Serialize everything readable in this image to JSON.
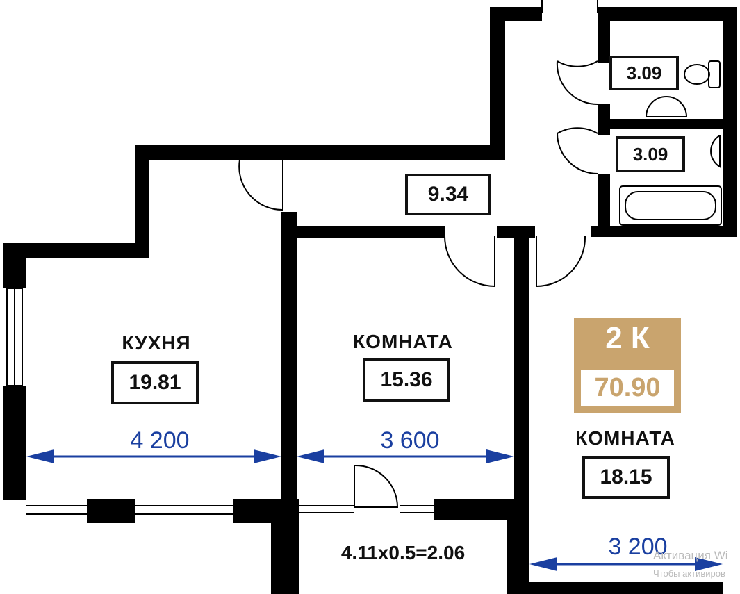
{
  "plan": {
    "apartment_type": "2 К",
    "total_area": "70.90",
    "accent_color": "#c9a46e",
    "dimension_color": "#1a3fa0",
    "rooms": [
      {
        "name": "КУХНЯ",
        "area": "19.81"
      },
      {
        "name": "КОМНАТА",
        "area": "15.36"
      },
      {
        "name": "КОМНАТА",
        "area": "18.15"
      }
    ],
    "hall_area": "9.34",
    "wc_area": "3.09",
    "bathroom_area": "3.09",
    "balcony_area": "4.11x0.5=2.06",
    "dimensions": [
      "4 200",
      "3 600",
      "3 200"
    ]
  },
  "watermark": {
    "line1": "Активация Wi",
    "line2": "Чтобы активиров"
  }
}
